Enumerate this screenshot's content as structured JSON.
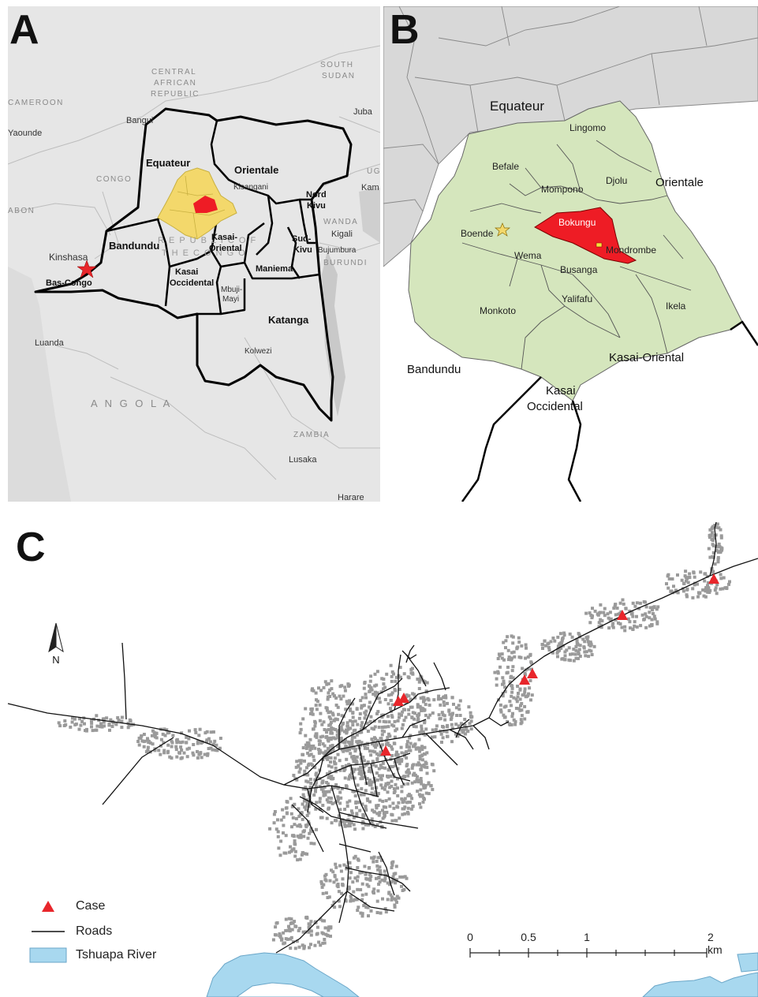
{
  "panels": {
    "a": "A",
    "b": "B",
    "c": "C"
  },
  "panelA": {
    "countries": {
      "cameroon": "CAMEROON",
      "car_line1": "CENTRAL",
      "car_line2": "AFRICAN",
      "car_line3": "REPUBLIC",
      "south_sudan_line1": "SOUTH",
      "south_sudan_line2": "SUDAN",
      "congo": "CONGO",
      "gabon": "ABON",
      "uganda": "UG",
      "rwanda": "WANDA",
      "burundi": "BURUNDI",
      "angola": "A N G O L A",
      "zambia": "ZAMBIA",
      "drc_line1": "R E P U B L I C  O F",
      "drc_line2": "T H E  C O N G O"
    },
    "cities": {
      "yaounde": "Yaounde",
      "bangui": "Bangui",
      "juba": "Juba",
      "kisangani": "Kisangani",
      "kampala": "Kam",
      "kigali": "Kigali",
      "bujumbura": "Bujumbura",
      "kinshasa": "Kinshasa",
      "luanda": "Luanda",
      "mbujimayi_line1": "Mbuji-",
      "mbujimayi_line2": "Mayi",
      "kolwezi": "Kolwezi",
      "lusaka": "Lusaka",
      "harare": "Harare"
    },
    "provinces": {
      "equateur": "Equateur",
      "orientale": "Orientale",
      "nord_kivu_line1": "Nord",
      "nord_kivu_line2": "Kivu",
      "sud_kivu_line1": "Sud-",
      "sud_kivu_line2": "Kivu",
      "bandundu": "Bandundu",
      "kasai_oriental_line1": "Kasai-",
      "kasai_oriental_line2": "Oriental",
      "kasai_occidental_line1": "Kasai",
      "kasai_occidental_line2": "Occidental",
      "maniema": "Maniema",
      "katanga": "Katanga",
      "bas_congo": "Bas-Congo"
    }
  },
  "panelB": {
    "provinces": {
      "equateur": "Equateur",
      "orientale": "Orientale",
      "bandundu": "Bandundu",
      "kasai_oriental": "Kasai-Oriental",
      "kasai_occidental_line1": "Kasai",
      "kasai_occidental_line2": "Occidental"
    },
    "zones": {
      "lingomo": "Lingomo",
      "befale": "Befale",
      "mompono": "Mompono",
      "djolu": "Djolu",
      "boende": "Boende",
      "bokungu": "Bokungu",
      "wema": "Wema",
      "mondrombe": "Mondrombe",
      "busanga": "Busanga",
      "yalifafu": "Yalifafu",
      "ikela": "Ikela",
      "monkoto": "Monkoto"
    }
  },
  "panelC": {
    "north_label": "N",
    "legend": {
      "case": "Case",
      "roads": "Roads",
      "river": "Tshuapa River"
    },
    "scale": {
      "ticks": [
        "0",
        "0.5",
        "1",
        "2 km"
      ]
    }
  },
  "colors": {
    "case": "#e8262b",
    "tshuapa_yellow": "#f3d86b",
    "zone_green": "#d5e6bd",
    "bokungu_red": "#ee1c25",
    "river": "#a8d8ef",
    "buildings": "#9a9a9a"
  }
}
